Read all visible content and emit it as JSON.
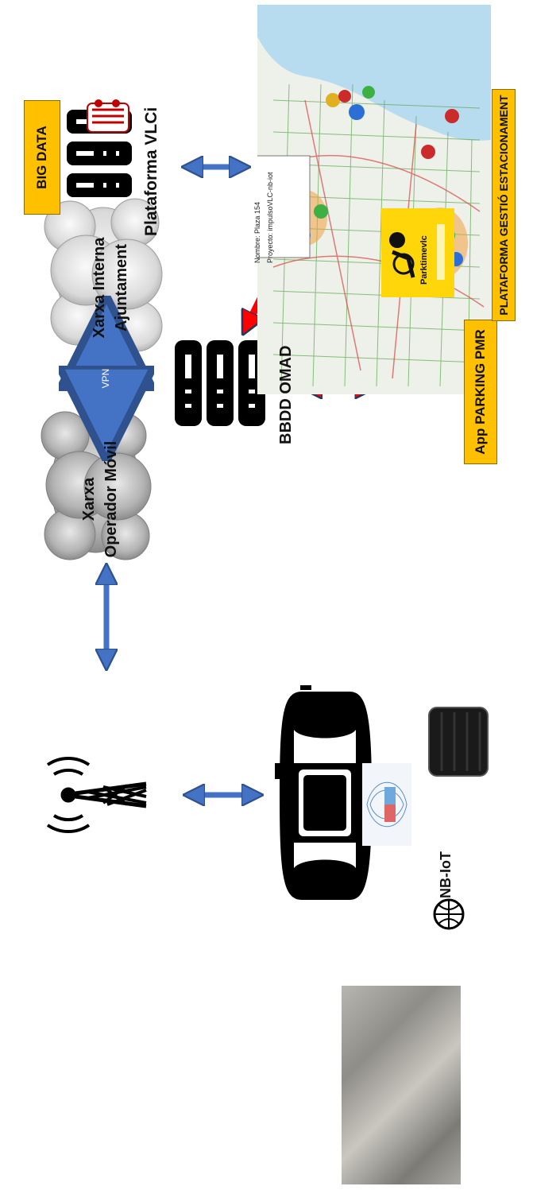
{
  "badges": {
    "big_data": "BIG DATA",
    "app_parking": "App PARKING PMR",
    "plataforma_gestio": "PLATAFORMA GESTIÓ ESTACIONAMENT"
  },
  "labels": {
    "plataforma_vlci": "Plataforma VLCi",
    "xarxa_interna": "Xarxa Interna Ajuntament",
    "xarxa_operador": "Xarxa Operador Móvil",
    "bbdd_omad": "BBDD OMAD",
    "vpn": "VPN",
    "nb_iot": "NB-IoT",
    "app_name": "Parktimevlc"
  },
  "map_popup": {
    "line1": "Nombre: Plaza 154",
    "line2": "Proyecto: impulsoVLC-nb-iot"
  },
  "colors": {
    "badge_yellow": "#ffc000",
    "blue_arrow": "#4472c4",
    "red_arrow": "#ff0000",
    "server_black": "#000000",
    "cloud_gray": "#bfbfbf"
  },
  "icons": [
    "server-rack-icon",
    "cloud-icon",
    "cell-tower-icon",
    "car-icon",
    "magnetic-sensor-icon",
    "parking-sensor-puck-icon",
    "nb-iot-logo-icon",
    "city-seal-icon",
    "map-pin-icon"
  ]
}
